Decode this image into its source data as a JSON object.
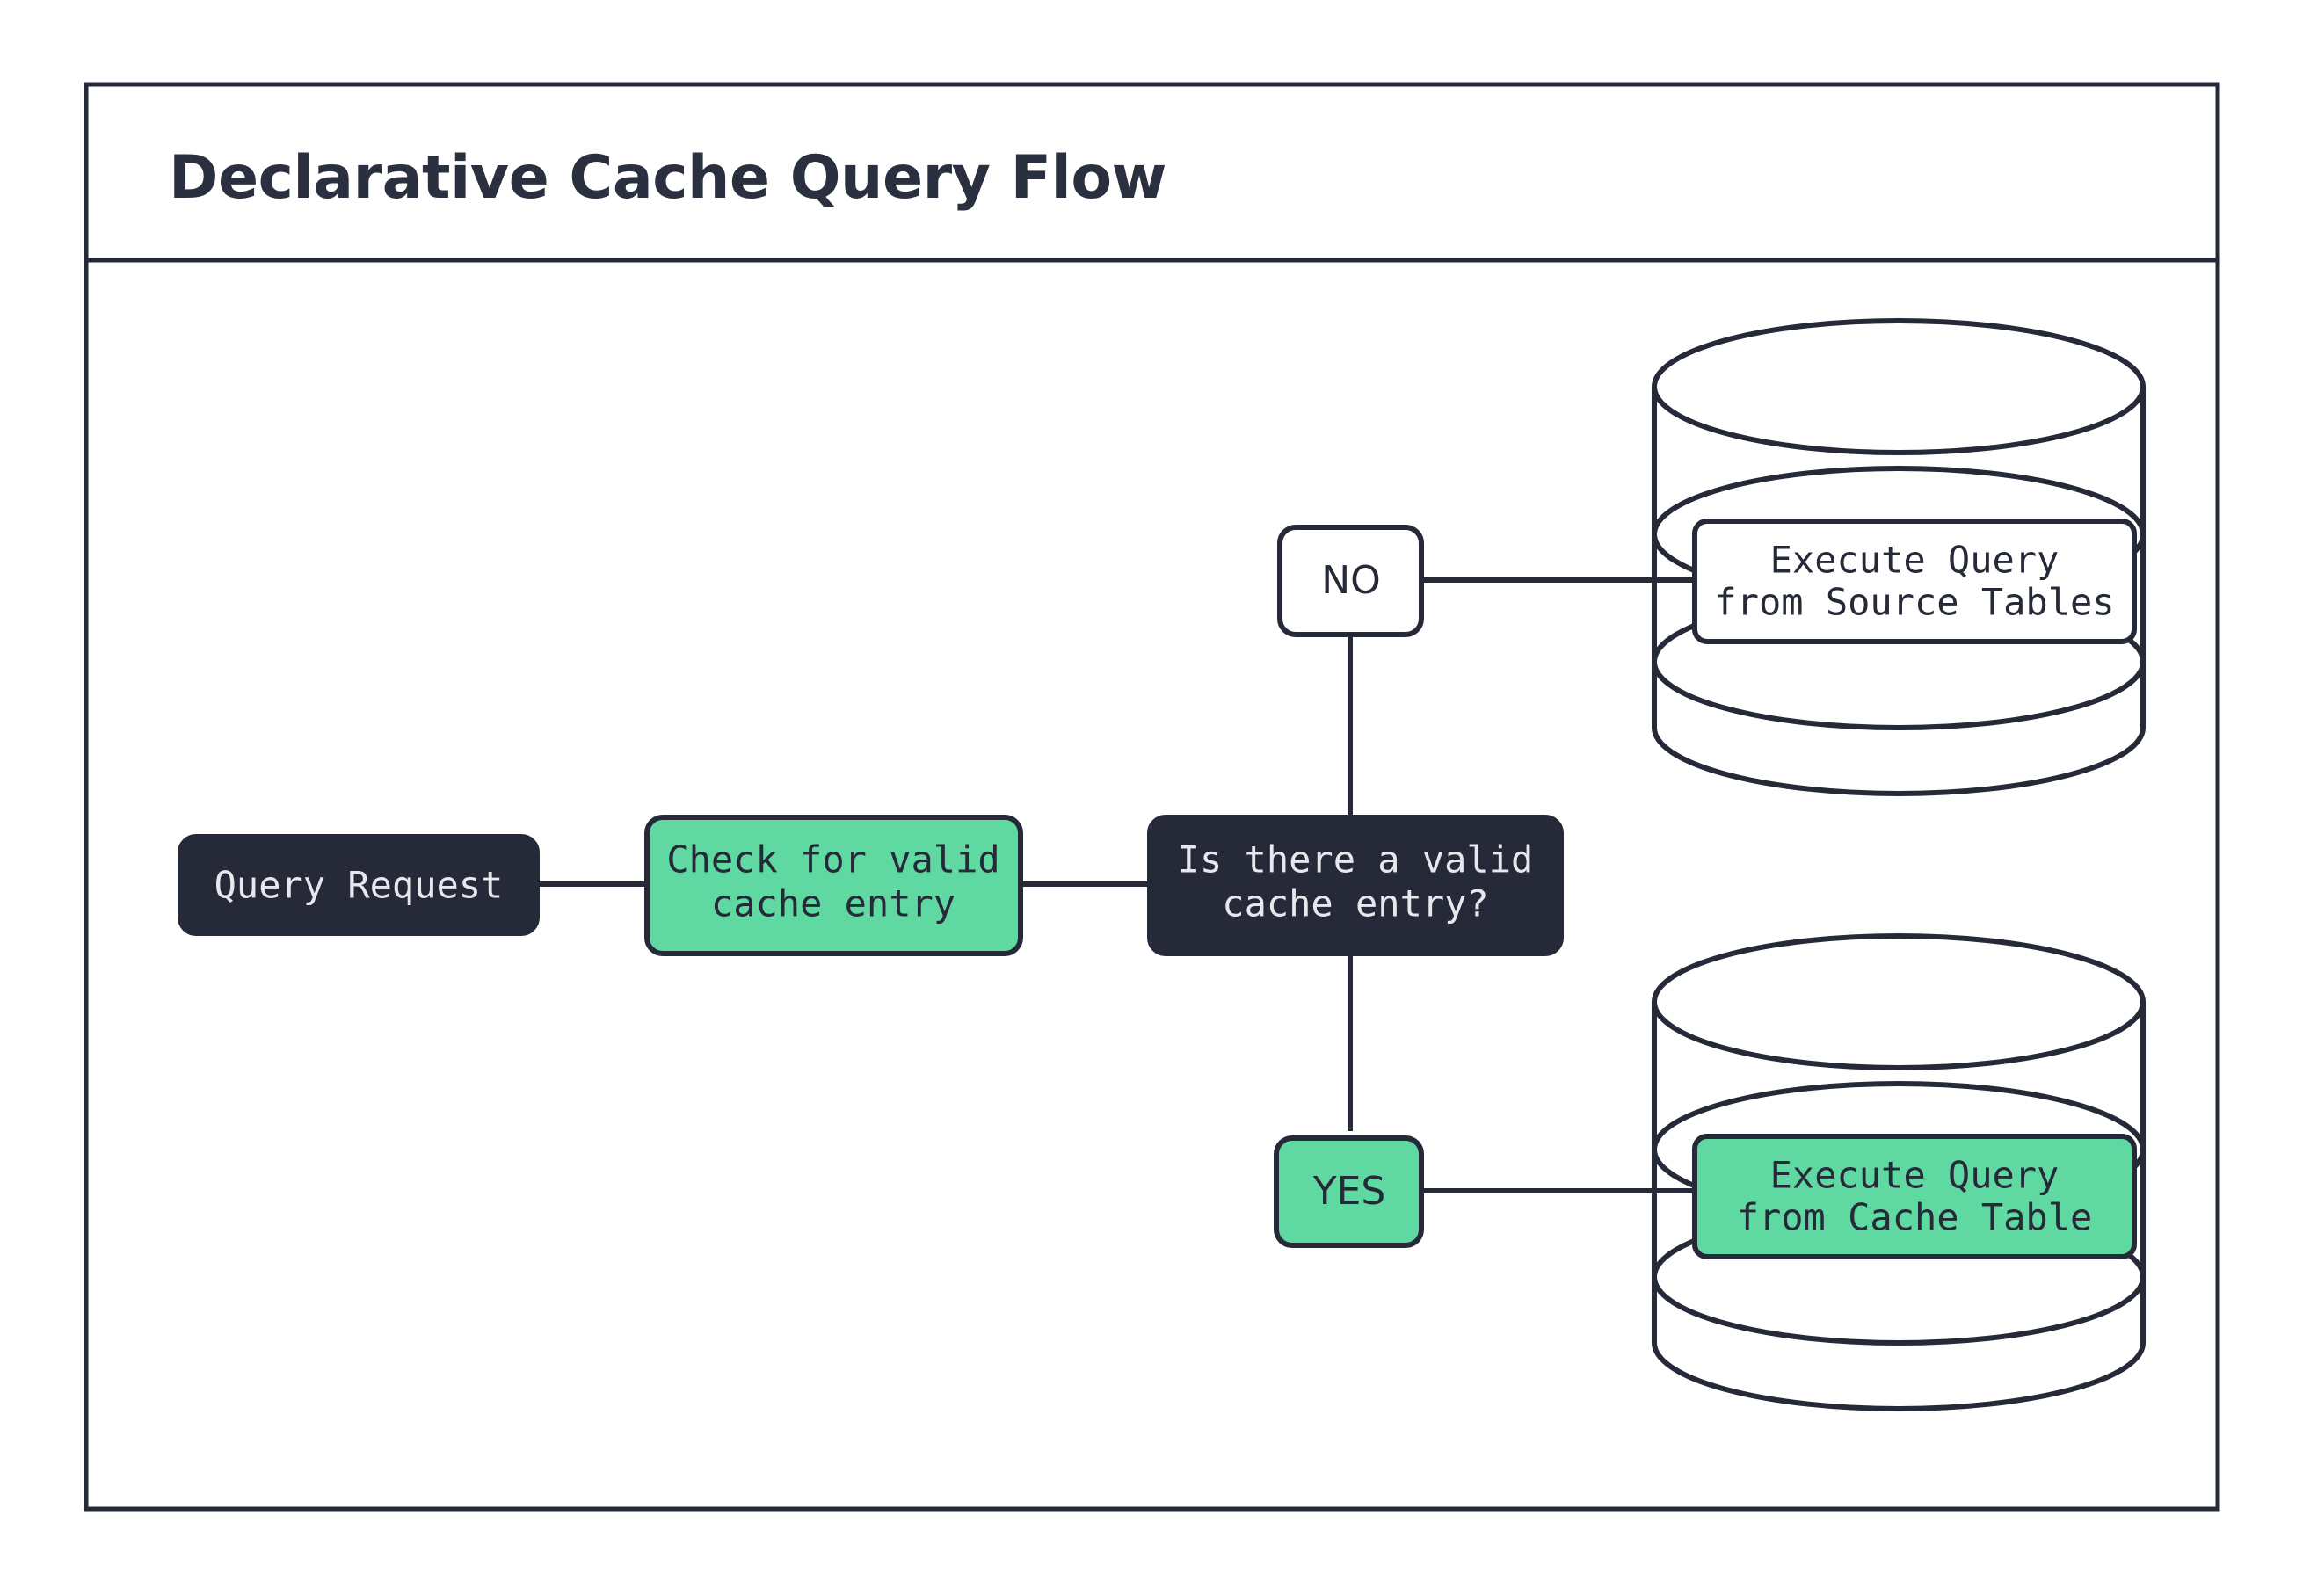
{
  "diagram": {
    "title": "Declarative Cache Query Flow",
    "type": "flowchart",
    "theme": {
      "background": "#ffffff",
      "stroke": "#262a38",
      "dark_fill": "#262a38",
      "dark_text": "#e6e8ee",
      "green_fill": "#5fd9a1",
      "light_text": "#262a38",
      "white_fill": "#ffffff"
    },
    "nodes": [
      {
        "id": "query-request",
        "label": "Query Request",
        "shape": "rounded-rect",
        "style": "dark",
        "lines": [
          "Query Request"
        ]
      },
      {
        "id": "check-cache",
        "label": "Check for valid cache entry",
        "shape": "rounded-rect",
        "style": "green",
        "lines": [
          "Check for valid",
          "cache entry"
        ]
      },
      {
        "id": "decision",
        "label": "Is there a valid cache entry?",
        "shape": "rounded-rect",
        "style": "dark",
        "lines": [
          "Is there a valid",
          "cache entry?"
        ]
      },
      {
        "id": "source-db",
        "label": "Execute Query from Source Tables",
        "shape": "database-cylinder",
        "style": "white",
        "lines": [
          "Execute Query",
          "from Source Tables"
        ]
      },
      {
        "id": "cache-db",
        "label": "Execute Query from Cache Table",
        "shape": "database-cylinder",
        "style": "green",
        "lines": [
          "Execute Query",
          "from Cache Table"
        ]
      }
    ],
    "edge_labels": [
      {
        "id": "no-label",
        "text": "NO",
        "style": "white"
      },
      {
        "id": "yes-label",
        "text": "YES",
        "style": "green"
      }
    ],
    "edges": [
      {
        "from": "query-request",
        "to": "check-cache",
        "label": ""
      },
      {
        "from": "check-cache",
        "to": "decision",
        "label": ""
      },
      {
        "from": "decision",
        "to": "source-db",
        "label": "NO"
      },
      {
        "from": "decision",
        "to": "cache-db",
        "label": "YES"
      }
    ]
  }
}
